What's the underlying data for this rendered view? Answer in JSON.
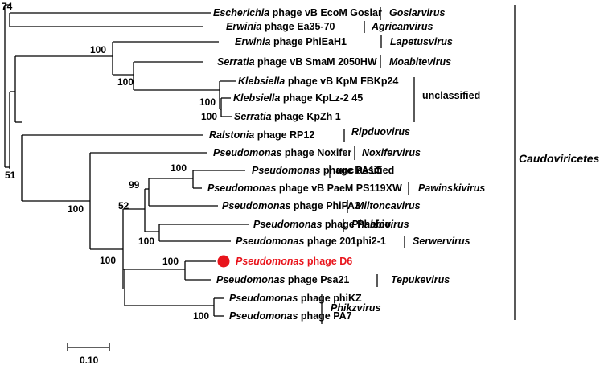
{
  "tree": {
    "leaves": [
      {
        "host": "Escherichia",
        "phage": "phage vB EcoM Goslar",
        "genus": "Goslarvirus"
      },
      {
        "host": "Erwinia",
        "phage": "phage Ea35-70",
        "genus": "Agricanvirus"
      },
      {
        "host": "Erwinia",
        "phage": "phage PhiEaH1",
        "genus": "Lapetusvirus"
      },
      {
        "host": "Serratia",
        "phage": "phage vB SmaM 2050HW",
        "genus": "Moabitevirus"
      },
      {
        "host": "Klebsiella",
        "phage": "phage vB KpM FBKp24"
      },
      {
        "host": "Klebsiella",
        "phage": "phage KpLz-2 45"
      },
      {
        "host": "Serratia",
        "phage": "phage KpZh 1"
      },
      {
        "host": "Ralstonia",
        "phage": "phage RP12",
        "genus": "Ripduovirus"
      },
      {
        "host": "Pseudomonas",
        "phage": "phage Noxifer",
        "genus": "Noxifervirus"
      },
      {
        "host": "Pseudomonas",
        "phage": "phage PA1C",
        "genus": "unclassified"
      },
      {
        "host": "Pseudomonas",
        "phage": "phage vB PaeM PS119XW",
        "genus": "Pawinskivirus"
      },
      {
        "host": "Pseudomonas",
        "phage": "phage PhiPA3",
        "genus": "Miltoncavirus"
      },
      {
        "host": "Pseudomonas",
        "phage": "phage Phabio",
        "genus": "Phabiovirus"
      },
      {
        "host": "Pseudomonas",
        "phage": "phage 201phi2-1",
        "genus": "Serwervirus"
      },
      {
        "host": "Pseudomonas",
        "phage": "phage D6",
        "highlight": true
      },
      {
        "host": "Pseudomonas",
        "phage": "phage Psa21",
        "genus": "Tepukevirus"
      },
      {
        "host": "Pseudomonas",
        "phage": "phage phiKZ"
      },
      {
        "host": "Pseudomonas",
        "phage": "phage PA7"
      }
    ],
    "group_labels": {
      "klebsiella_group": "unclassified",
      "phikz_group": "Phikzvirus"
    },
    "bootstrap": {
      "root": "74",
      "erwinia_serratia": "100",
      "serratia_klebsiella": "100",
      "klebsiella_pair": "100",
      "klebsiella_serratia": "100",
      "major": "51",
      "pseudomonas_main": "100",
      "pa1c_pair": "100",
      "pa1c_phipa3": "99",
      "jumbo": "52",
      "phabio_pair": "100",
      "d6_cluster": "100",
      "d6_psa21": "100",
      "phikz_pair": "100"
    },
    "class_label": "Caudoviricetes",
    "scale_label": "0.10",
    "colors": {
      "line": "#000000",
      "highlight": "#e8141c"
    }
  }
}
